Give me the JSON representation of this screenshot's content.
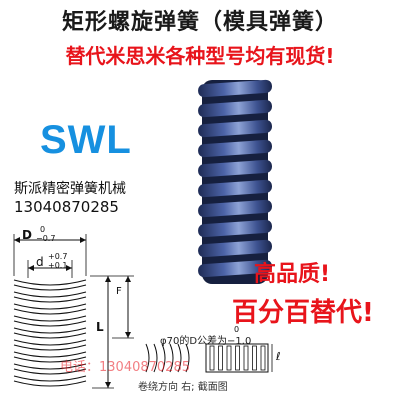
{
  "header": {
    "title": "矩形螺旋弹簧（模具弹簧）",
    "subtitle": "替代米思米各种型号均有现货!"
  },
  "product": {
    "model": "SWL",
    "company": "斯派精密弹簧机械",
    "phone": "13040870285"
  },
  "slogans": {
    "quality": "高品质!",
    "replace": "百分百替代!"
  },
  "diagram": {
    "outer_dim": "D",
    "outer_tol": "−0.7",
    "outer_tol_upper": "0",
    "inner_dim": "d",
    "inner_tol_upper": "+0.7",
    "inner_tol_lower": "+0.1",
    "length": "L",
    "deflection": "F",
    "tol_note": "φ70的D公差为−1.0",
    "tol_note_upper": "0",
    "section_label": "ℓ",
    "caption": "卷绕方向  右;  截面图",
    "watermark_phone": "电话：13040870285"
  },
  "colors": {
    "spring": "#3a4f8a",
    "spring_highlight": "#7d93c8",
    "accent_red": "#e8141b",
    "accent_blue": "#1690e0"
  }
}
